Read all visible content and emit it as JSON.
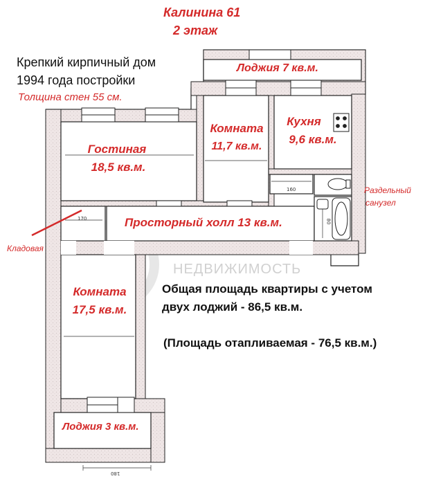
{
  "header": {
    "address": "Калинина 61",
    "floor": "2 этаж"
  },
  "building": {
    "line1": "Крепкий кирпичный дом",
    "line2": "1994 года постройки",
    "walls": "Толщина стен 55 см."
  },
  "rooms": {
    "loggia_top": "Лоджия 7 кв.м.",
    "room_small_name": "Комната",
    "room_small_area": "11,7 кв.м.",
    "kitchen_name": "Кухня",
    "kitchen_area": "9,6 кв.м.",
    "living_name": "Гостиная",
    "living_area": "18,5 кв.м.",
    "hall": "Просторный холл 13 кв.м.",
    "room_large_name": "Комната",
    "room_large_area": "17,5 кв.м.",
    "loggia_bottom": "Лоджия 3 кв.м.",
    "bathroom_line1": "Раздельный",
    "bathroom_line2": "санузел",
    "storage": "Кладовая"
  },
  "info": {
    "total": "Общая площадь квартиры с учетом",
    "total2": "двух лоджий - 86,5 кв.м.",
    "heated": "(Площадь отапливаемая - 76,5 кв.м.)"
  },
  "dims": {
    "d160": "160",
    "d170": "170",
    "d180": "180",
    "d80": "80"
  },
  "watermark": {
    "text": "НЕДВИЖИМОСТЬ"
  },
  "colors": {
    "wall": "#efe6e6",
    "outline": "#222222",
    "label_red": "#d42a2a"
  }
}
